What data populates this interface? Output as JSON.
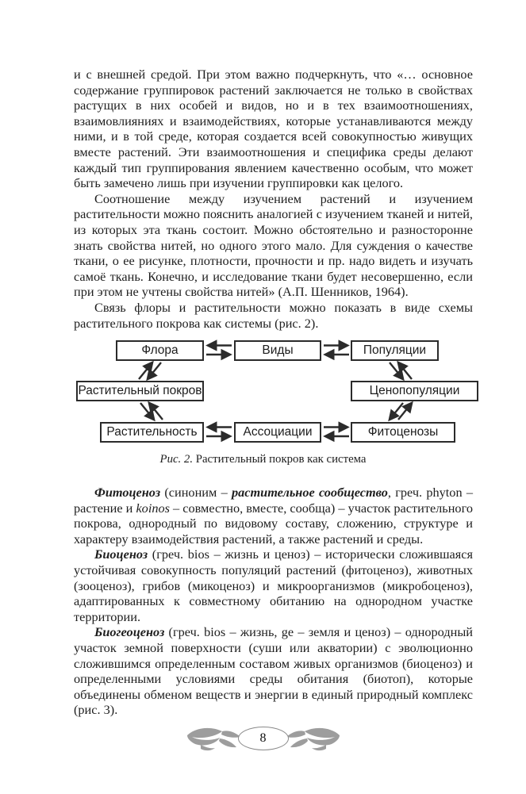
{
  "page": {
    "number": "8",
    "background_color": "#ffffff",
    "text_color": "#1e1e1e",
    "diagram_line_color": "#2b2b2b",
    "ornament_color": "#9d9d9d"
  },
  "paragraphs": [
    {
      "indent": false,
      "segments": [
        {
          "t": "и с внешней средой. При этом важно подчеркнуть, что «… основное содержание группировок растений заключается не только в свойствах растущих в них особей и видов, но и в тех взаимоотношениях, взаимовлияниях и взаимодействиях, которые устанавливаются между ними, и в той среде, которая создается всей совокупностью живущих вместе растений. Эти взаимоотношения и специфика среды делают каждый тип группирования явлением качественно особым, что может быть замечено лишь при изучении группировки как целого."
        }
      ]
    },
    {
      "indent": true,
      "segments": [
        {
          "t": "Соотношение между изучением растений и изучением растительности можно пояснить аналогией с изучением тканей и нитей, из которых эта ткань состоит. Можно обстоятельно и разносторонне знать свойства нитей, но одного этого мало. Для суждения о качестве ткани, о ее рисунке, плотности, прочности и пр. надо видеть и изучать самоё ткань. Конечно, и исследование ткани будет несовершенно, если при этом не учтены свойства нитей» (А.П. Шенников, 1964)."
        }
      ]
    },
    {
      "indent": true,
      "segments": [
        {
          "t": "Связь флоры и растительности можно показать в виде схемы растительного покрова как системы (рис. 2)."
        }
      ]
    },
    {
      "indent": true,
      "segments": [
        {
          "t": "Фитоценоз",
          "b": true,
          "i": true
        },
        {
          "t": " (синоним – "
        },
        {
          "t": "растительное сообщество",
          "b": true,
          "i": true
        },
        {
          "t": ", греч. phyton – растение и "
        },
        {
          "t": "koinos",
          "i": true
        },
        {
          "t": " – совместно, вместе, сообща) – участок растительного покрова, однородный по видовому составу, сложению, структуре и характеру взаимодействия растений, а также растений и среды."
        }
      ]
    },
    {
      "indent": true,
      "segments": [
        {
          "t": "Биоценоз",
          "b": true,
          "i": true
        },
        {
          "t": " (греч. bios – жизнь и ценоз) – исторически сложившаяся устойчивая совокупность популяций растений (фитоценоз), животных (зооценоз), грибов (микоценоз) и микроорганизмов (микробоценоз), адаптированных к совместному обитанию на однородном участке территории."
        }
      ]
    },
    {
      "indent": true,
      "segments": [
        {
          "t": "Биогеоценоз",
          "b": true,
          "i": true
        },
        {
          "t": " (греч. bios – жизнь, ge – земля и ценоз) – однородный участок земной поверхности (суши или акватории) с эволюционно сложившимся определенным составом живых организмов (биоценоз) и определенными условиями среды обитания (биотоп), которые объединены обменом веществ и энергии в единый природный комплекс (рис. 3)."
        }
      ]
    }
  ],
  "figure": {
    "caption_segments": [
      {
        "t": "Рис. 2.",
        "i": true
      },
      {
        "t": " Растительный покров как система"
      }
    ],
    "boxes": [
      {
        "label": "Флора"
      },
      {
        "label": "Виды"
      },
      {
        "label": "Популяции"
      },
      {
        "label": "Растительный покров"
      },
      {
        "label": "Ценопопуляции"
      },
      {
        "label": "Растительность"
      },
      {
        "label": "Ассоциации"
      },
      {
        "label": "Фитоценозы"
      }
    ],
    "connections": [
      {
        "from": "Флора",
        "to": "Виды",
        "bidirectional": true
      },
      {
        "from": "Виды",
        "to": "Популяции",
        "bidirectional": true
      },
      {
        "from": "Популяции",
        "to": "Ценопопуляции",
        "bidirectional": true
      },
      {
        "from": "Ценопопуляции",
        "to": "Фитоценозы",
        "bidirectional": true
      },
      {
        "from": "Фитоценозы",
        "to": "Ассоциации",
        "bidirectional": true
      },
      {
        "from": "Ассоциации",
        "to": "Растительность",
        "bidirectional": true
      },
      {
        "from": "Растительность",
        "to": "Растительный покров",
        "bidirectional": true
      },
      {
        "from": "Растительный покров",
        "to": "Флора",
        "bidirectional": true
      }
    ]
  }
}
